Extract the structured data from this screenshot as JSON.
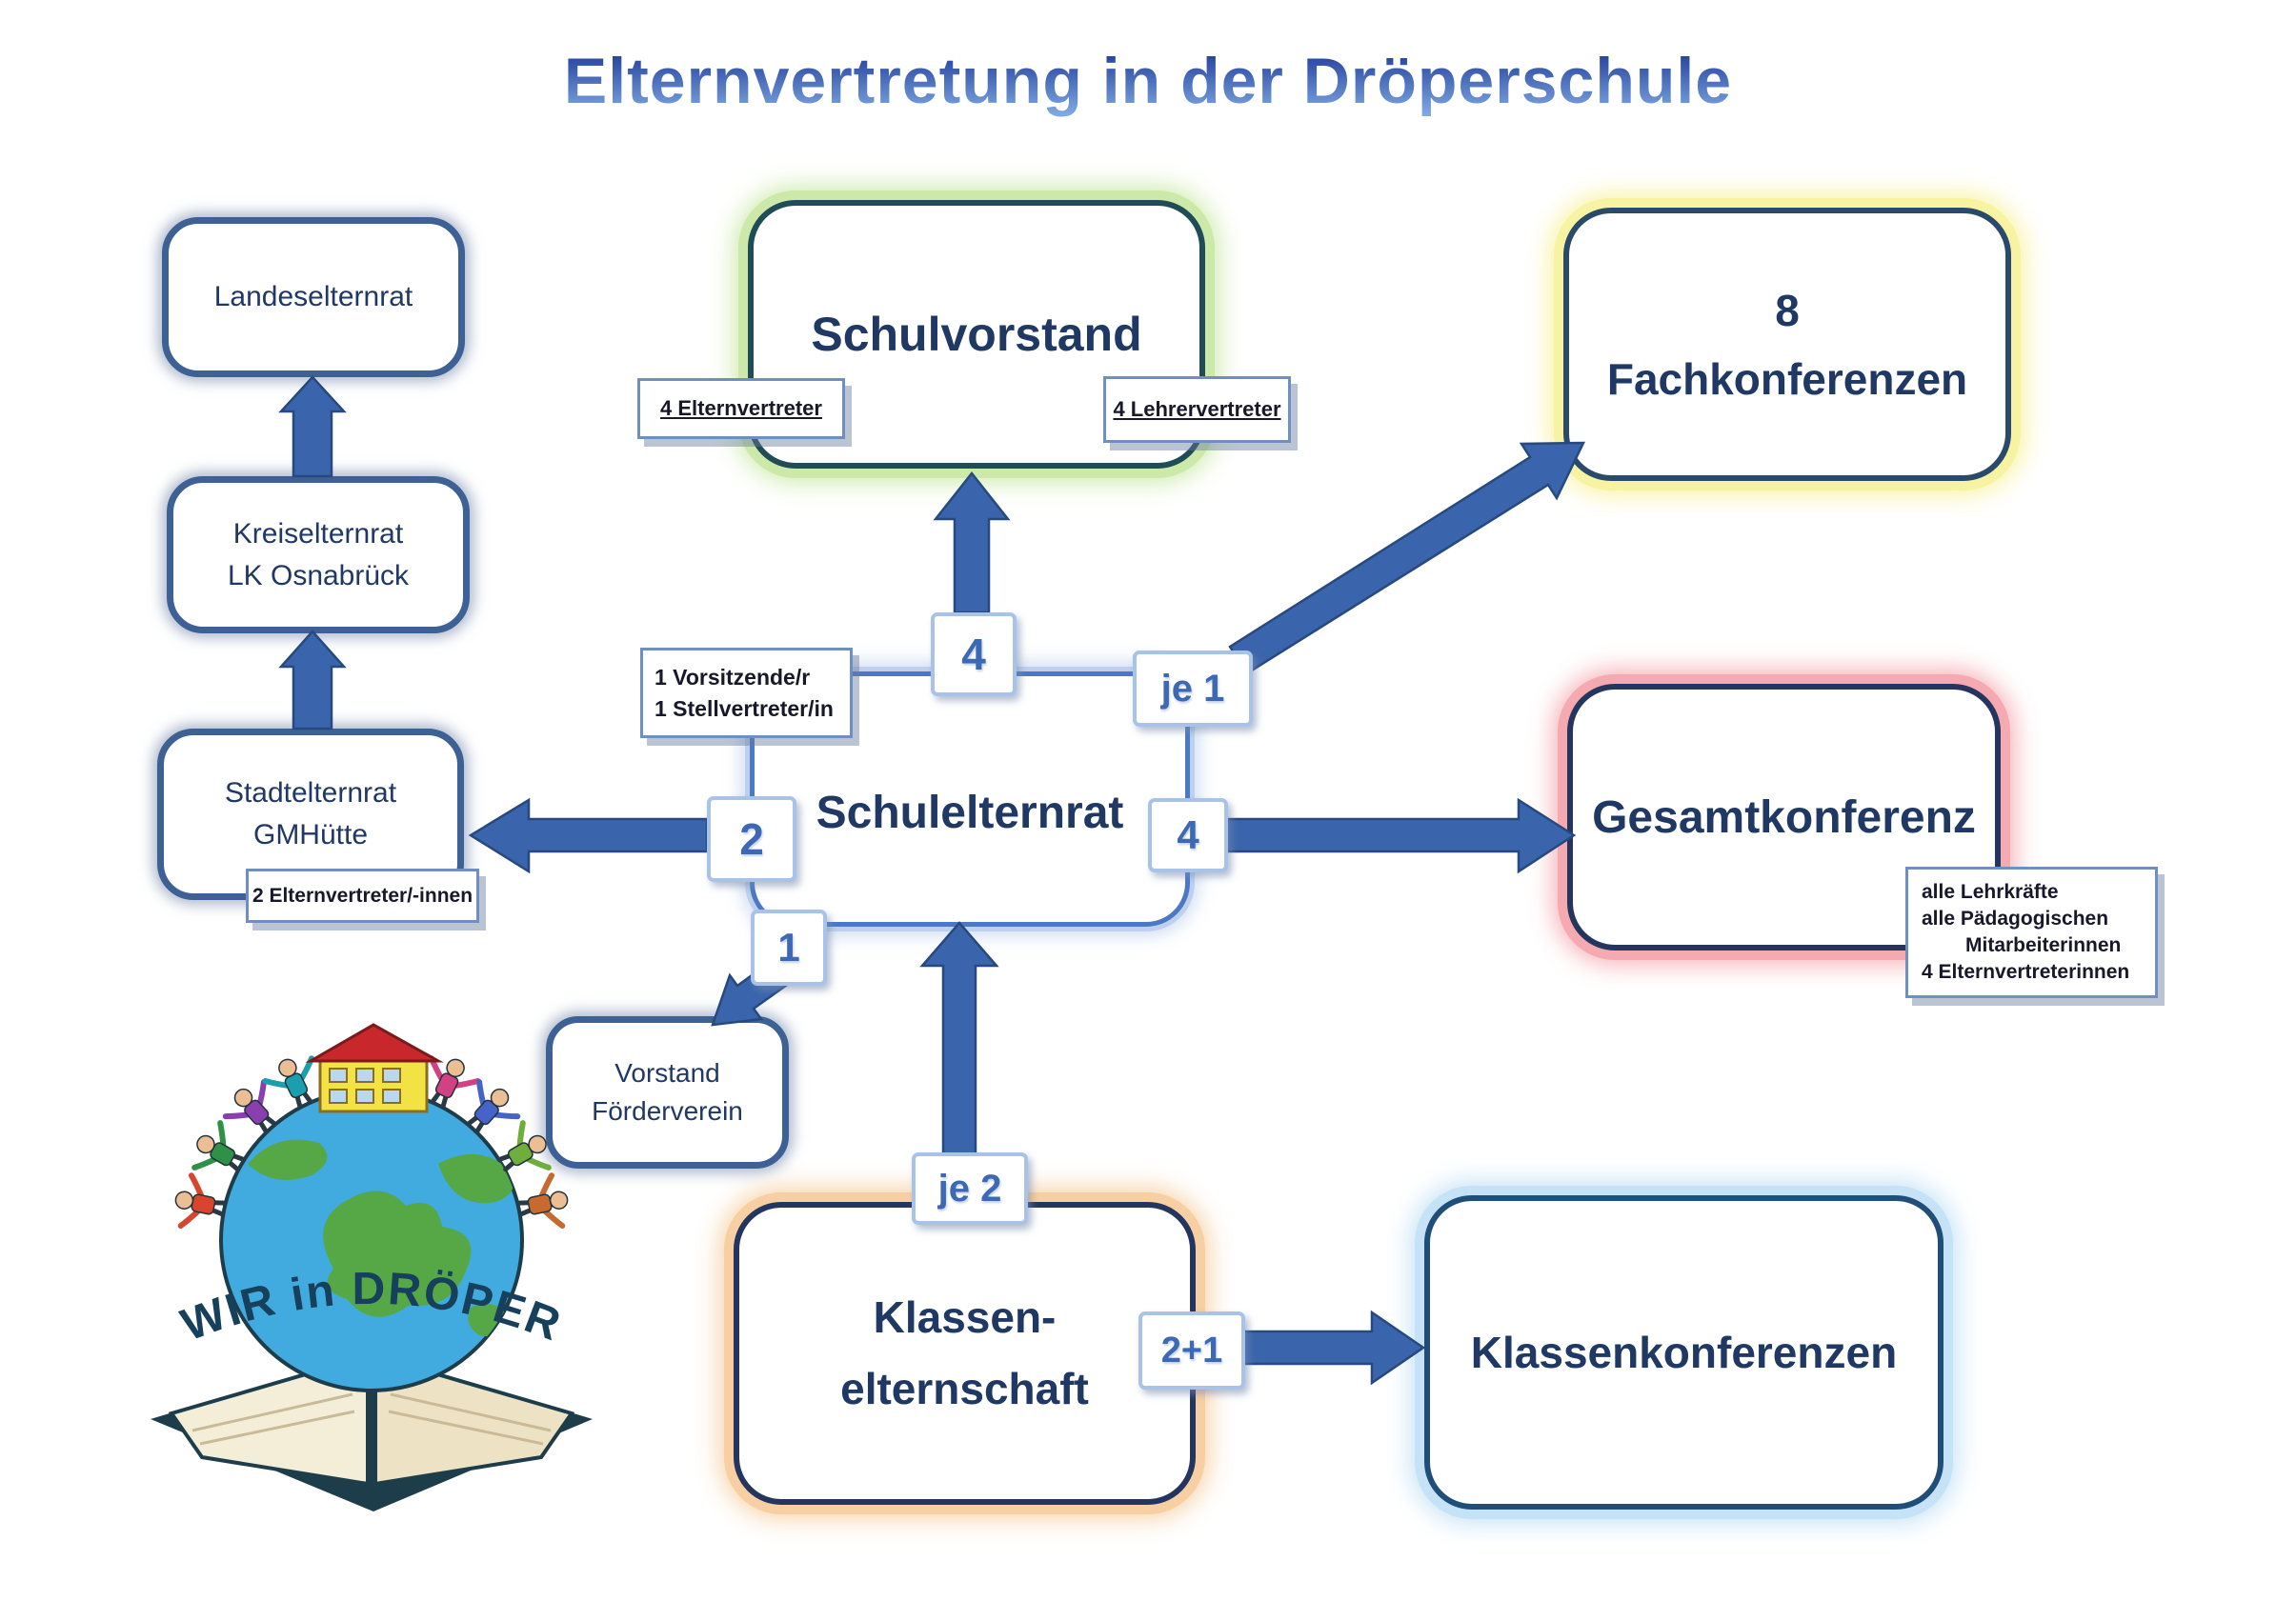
{
  "title": "Elternvertretung in der Dröperschule",
  "logo": {
    "text": "WIR in DRÖPER"
  },
  "nodes": {
    "landeselternrat": {
      "label": "Landeselternrat"
    },
    "kreiselternrat": {
      "line1": "Kreiselternrat",
      "line2": "LK Osnabrück"
    },
    "stadtelternrat": {
      "line1": "Stadtelternrat",
      "line2": "GMHütte"
    },
    "schulvorstand": {
      "label": "Schulvorstand"
    },
    "fachkonferenzen": {
      "line1": "8",
      "line2": "Fachkonferenzen"
    },
    "schulelternrat": {
      "label": "Schulelternrat"
    },
    "gesamtkonferenz": {
      "label": "Gesamtkonferenz"
    },
    "vorstand_foerderverein": {
      "line1": "Vorstand",
      "line2": "Förderverein"
    },
    "klassenelternschaft": {
      "line1": "Klassen-",
      "line2": "elternschaft"
    },
    "klassenkonferenzen": {
      "label": "Klassenkonferenzen"
    }
  },
  "annotations": {
    "schulvorstand_eltern": "4 Elternvertreter",
    "schulvorstand_lehrer": "4 Lehrervertreter",
    "schulelternrat_vorsitz": [
      "1 Vorsitzende/r",
      "1 Stellvertreter/in"
    ],
    "stadtelternrat_vertreter": "2 Elternvertreter/-innen",
    "gesamt_hinweis": [
      "alle Lehrkräfte",
      "alle Pädagogischen",
      "Mitarbeiterinnen",
      "4 Elternvertreterinnen"
    ]
  },
  "edge_labels": {
    "to_schulvorstand": "4",
    "to_fachkonferenzen": "je 1",
    "to_stadtelternrat": "2",
    "to_gesamtkonferenz": "4",
    "to_foerderverein": "1",
    "from_klassenelternschaft": "je 2",
    "to_klassenkonferenzen": "2+1"
  },
  "colors": {
    "title-top": "#27449e",
    "title-bottom": "#7fa9e2",
    "text-navy": "#1f3864",
    "label-dark": "#18182b",
    "badge-text": "#3d68b3",
    "badge-border": "#a9c3e8",
    "label-border": "#6e8fc0",
    "steel-border": "#3d6095",
    "rect-border": "#4b79c4",
    "navy-border": "#24365f",
    "teal-border": "#1f4c56",
    "kk-border": "#1f4e79",
    "green-glow": "#cde9a9",
    "yellow-glow": "#f8f3a2",
    "pink-glow": "#f5aab2",
    "peach-glow": "#f7cfa2",
    "blue-glow": "#c5e2f6",
    "arrow-fill": "#3a65ac",
    "arrow-stroke": "#27497f"
  }
}
